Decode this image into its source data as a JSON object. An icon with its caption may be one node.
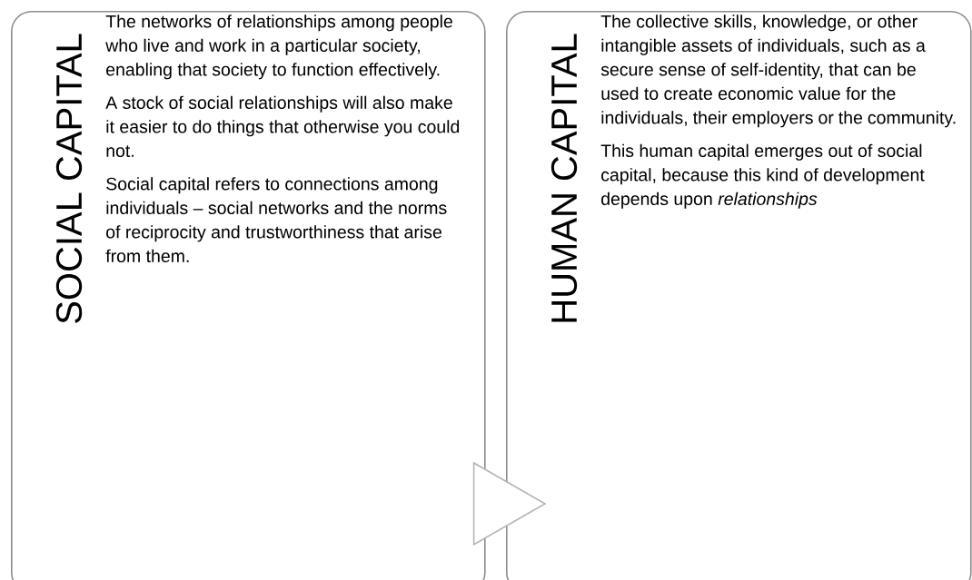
{
  "diagram": {
    "nodes": [
      {
        "text": [
          "SOCIAL CAPITAL",
          "The networks of relationships among people who live and work in a particular society, enabling that society to function effectively.",
          "A stock of social relationships will also make it easier to do things that otherwise you could not.",
          "Social capital refers to connections among individuals – social networks and the norms of reciprocity and trustworthiness that arise from them."
        ]
      },
      {
        "text": [
          "HUMAN CAPITAL",
          "The collective skills, knowledge, or other intangible assets of individuals, such as a secure sense of self-identity, that can be used to create economic value for the individuals, their employers or the community.",
          "This  human capital emerges out of social capital, because this kind of development depends upon *relationships*"
        ]
      }
    ],
    "edges": [
      {
        "from": 0,
        "to": 1,
        "arrow": "to"
      }
    ]
  }
}
